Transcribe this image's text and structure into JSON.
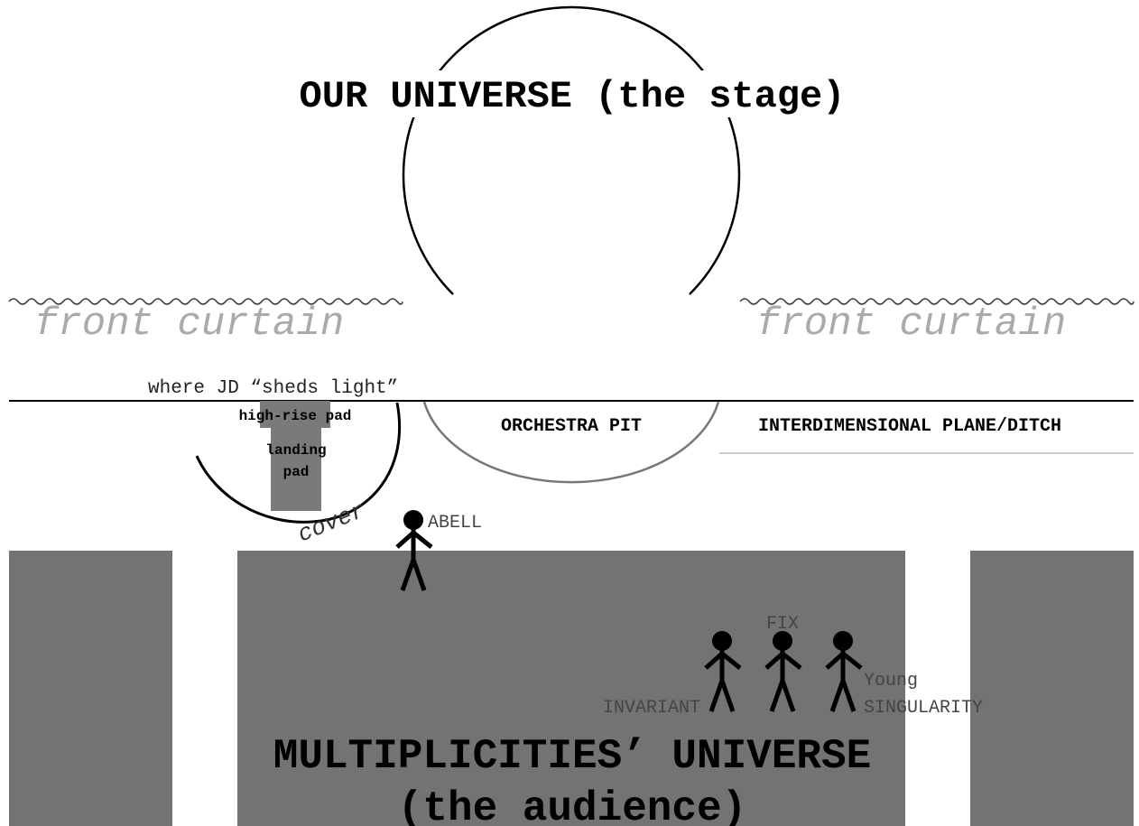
{
  "stage": {
    "title": "OUR UNIVERSE (the stage)"
  },
  "curtains": {
    "left_label": "front curtain",
    "right_label": "front curtain"
  },
  "jd": {
    "label": "where JD “sheds light”"
  },
  "pad": {
    "high_rise_label": "high-rise pad",
    "landing_label_line1": "landing",
    "landing_label_line2": "pad",
    "cover_label": "cover"
  },
  "pit": {
    "label": "ORCHESTRA PIT"
  },
  "plane": {
    "label": "INTERDIMENSIONAL PLANE/DITCH"
  },
  "characters": {
    "abell": "ABELL",
    "fix": "FIX",
    "invariant": "INVARIANT",
    "young": "Young",
    "singularity": "SINGULARITY"
  },
  "audience": {
    "title_line1": "MULTIPLICITIES’ UNIVERSE",
    "title_line2": "(the audience)"
  },
  "colors": {
    "audience_block": "#737373",
    "pad_gray": "#7a7a7a",
    "curtain_text": "#aaaaaa",
    "label_gray": "#555555",
    "ink": "#000000"
  }
}
